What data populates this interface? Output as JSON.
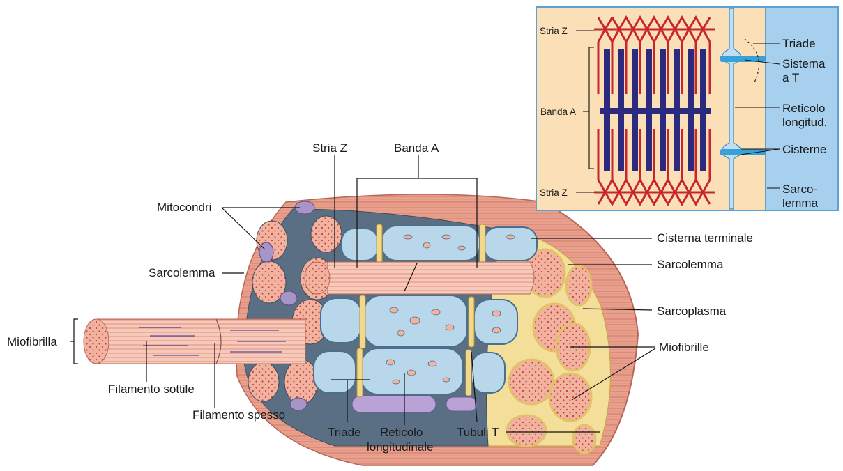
{
  "main_labels": {
    "stria_z": "Stria Z",
    "banda_a": "Banda A",
    "mitocondri": "Mitocondri",
    "sarcolemma_left": "Sarcolemma",
    "miofibrilla": "Miofibrilla",
    "filamento_sottile": "Filamento sottile",
    "filamento_spesso": "Filamento spesso",
    "triade": "Triade",
    "reticolo_line1": "Reticolo",
    "reticolo_line2": "longitudinale",
    "tubuli_t": "Tubuli T",
    "cisterna_terminale": "Cisterna terminale",
    "sarcolemma_right": "Sarcolemma",
    "sarcoplasma": "Sarcoplasma",
    "miofibrille": "Miofibrille"
  },
  "inset_labels": {
    "stria_z_top": "Stria Z",
    "banda_a": "Banda A",
    "stria_z_bottom": "Stria Z",
    "triade": "Triade",
    "sistema_line1": "Sistema",
    "sistema_line2": "a T",
    "reticolo_line1": "Reticolo",
    "reticolo_line2": "longitud.",
    "cisterne": "Cisterne",
    "sarco_line1": "Sarco-",
    "sarco_line2": "lemma"
  },
  "colors": {
    "muscle_outer": "#e9a08d",
    "muscle_stripe": "#c86f5c",
    "myofibril": "#f2b2a0",
    "myofibril_dot": "#c4433a",
    "reticulum": "#b9d7ea",
    "reticulum_edge": "#4a6f8c",
    "t_tubule": "#f1d88a",
    "mitochondria": "#a895c8",
    "sarcoplasm_network": "#f3df9a",
    "inset_bg": "#fbdfb6",
    "inset_border": "#5aa3d6",
    "inset_membrane": "#a7d0ee",
    "thin_filament": "#c8262f",
    "thick_filament": "#2b2a7e"
  }
}
